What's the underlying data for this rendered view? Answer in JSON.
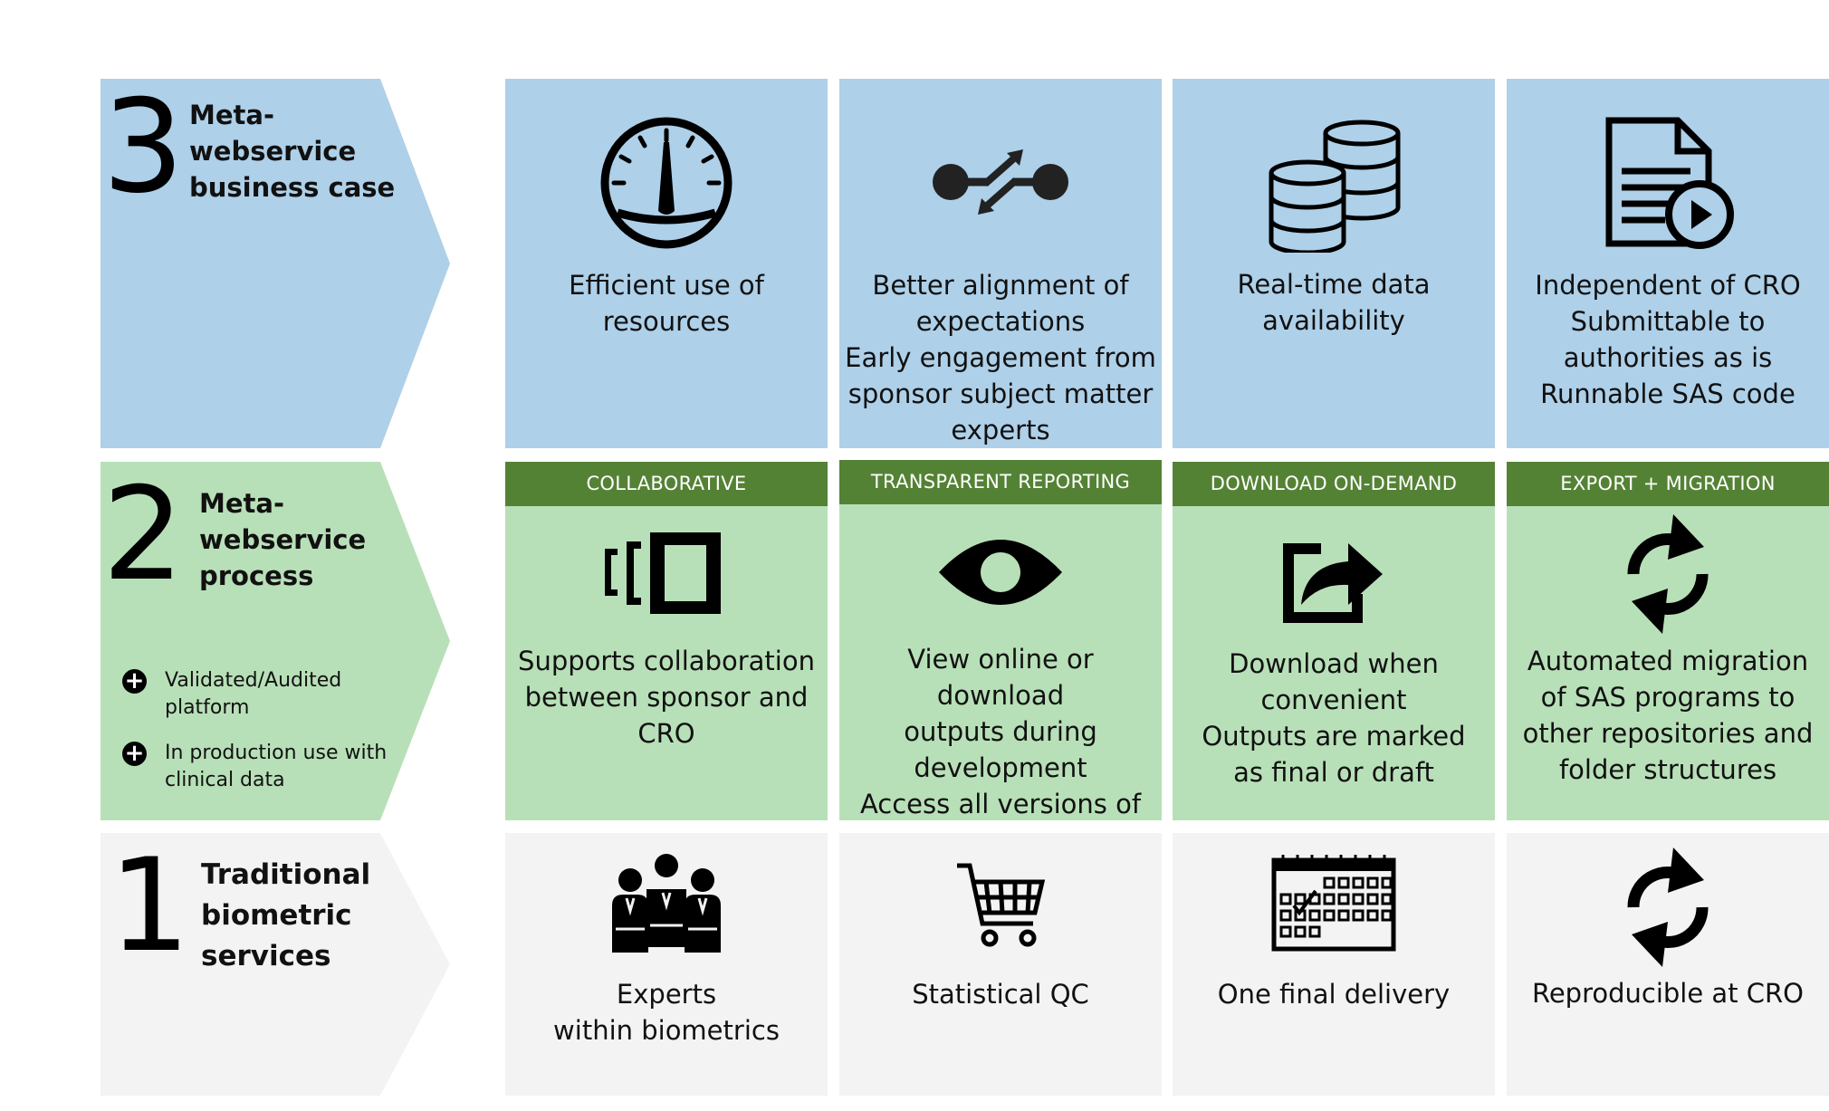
{
  "rows": [
    {
      "number": "3",
      "title": "Meta-\nwebservice\nbusiness case",
      "tiles": [
        {
          "header": "",
          "icon": "speedometer-icon",
          "text": "Efficient use of\nresources"
        },
        {
          "header": "",
          "icon": "alignment-arrows-icon",
          "text": "Better alignment of\nexpectations\nEarly engagement from\nsponsor subject matter\nexperts"
        },
        {
          "header": "",
          "icon": "database-icon",
          "text": "Real-time data\navailability"
        },
        {
          "header": "",
          "icon": "document-play-icon",
          "text": "Independent of CRO\nSubmittable to\nauthorities as is\nRunnable SAS code"
        }
      ]
    },
    {
      "number": "2",
      "title": "Meta-\nwebservice\nprocess",
      "bullets": [
        "Validated/Audited platform",
        "In production use with\nclinical data"
      ],
      "tiles": [
        {
          "header": "COLLABORATIVE",
          "icon": "collaboration-icon",
          "text": "Supports collaboration\nbetween sponsor and\nCRO"
        },
        {
          "header": "TRANSPARENT REPORTING",
          "icon": "eye-icon",
          "text": "View online or download\noutputs during\ndevelopment\nAccess all versions of any\nfile"
        },
        {
          "header": "DOWNLOAD ON-DEMAND",
          "icon": "share-export-icon",
          "text": "Download when\nconvenient\nOutputs are marked\nas final or draft"
        },
        {
          "header": "EXPORT + MIGRATION",
          "icon": "sync-icon",
          "text": "Automated migration\nof SAS programs to\nother repositories and\nfolder structures"
        }
      ]
    },
    {
      "number": "1",
      "title": "Traditional\nbiometric\nservices",
      "tiles": [
        {
          "header": "",
          "icon": "team-icon",
          "text": "Experts\nwithin biometrics"
        },
        {
          "header": "",
          "icon": "shopping-cart-icon",
          "text": "Statistical QC"
        },
        {
          "header": "",
          "icon": "calendar-icon",
          "text": "One final delivery"
        },
        {
          "header": "",
          "icon": "sync-icon",
          "text": "Reproducible at CRO"
        }
      ]
    }
  ],
  "colors": {
    "row3": "#aed0e9",
    "row2": "#b8e0b8",
    "row2_header": "#548235",
    "row1": "#f3f3f3"
  }
}
